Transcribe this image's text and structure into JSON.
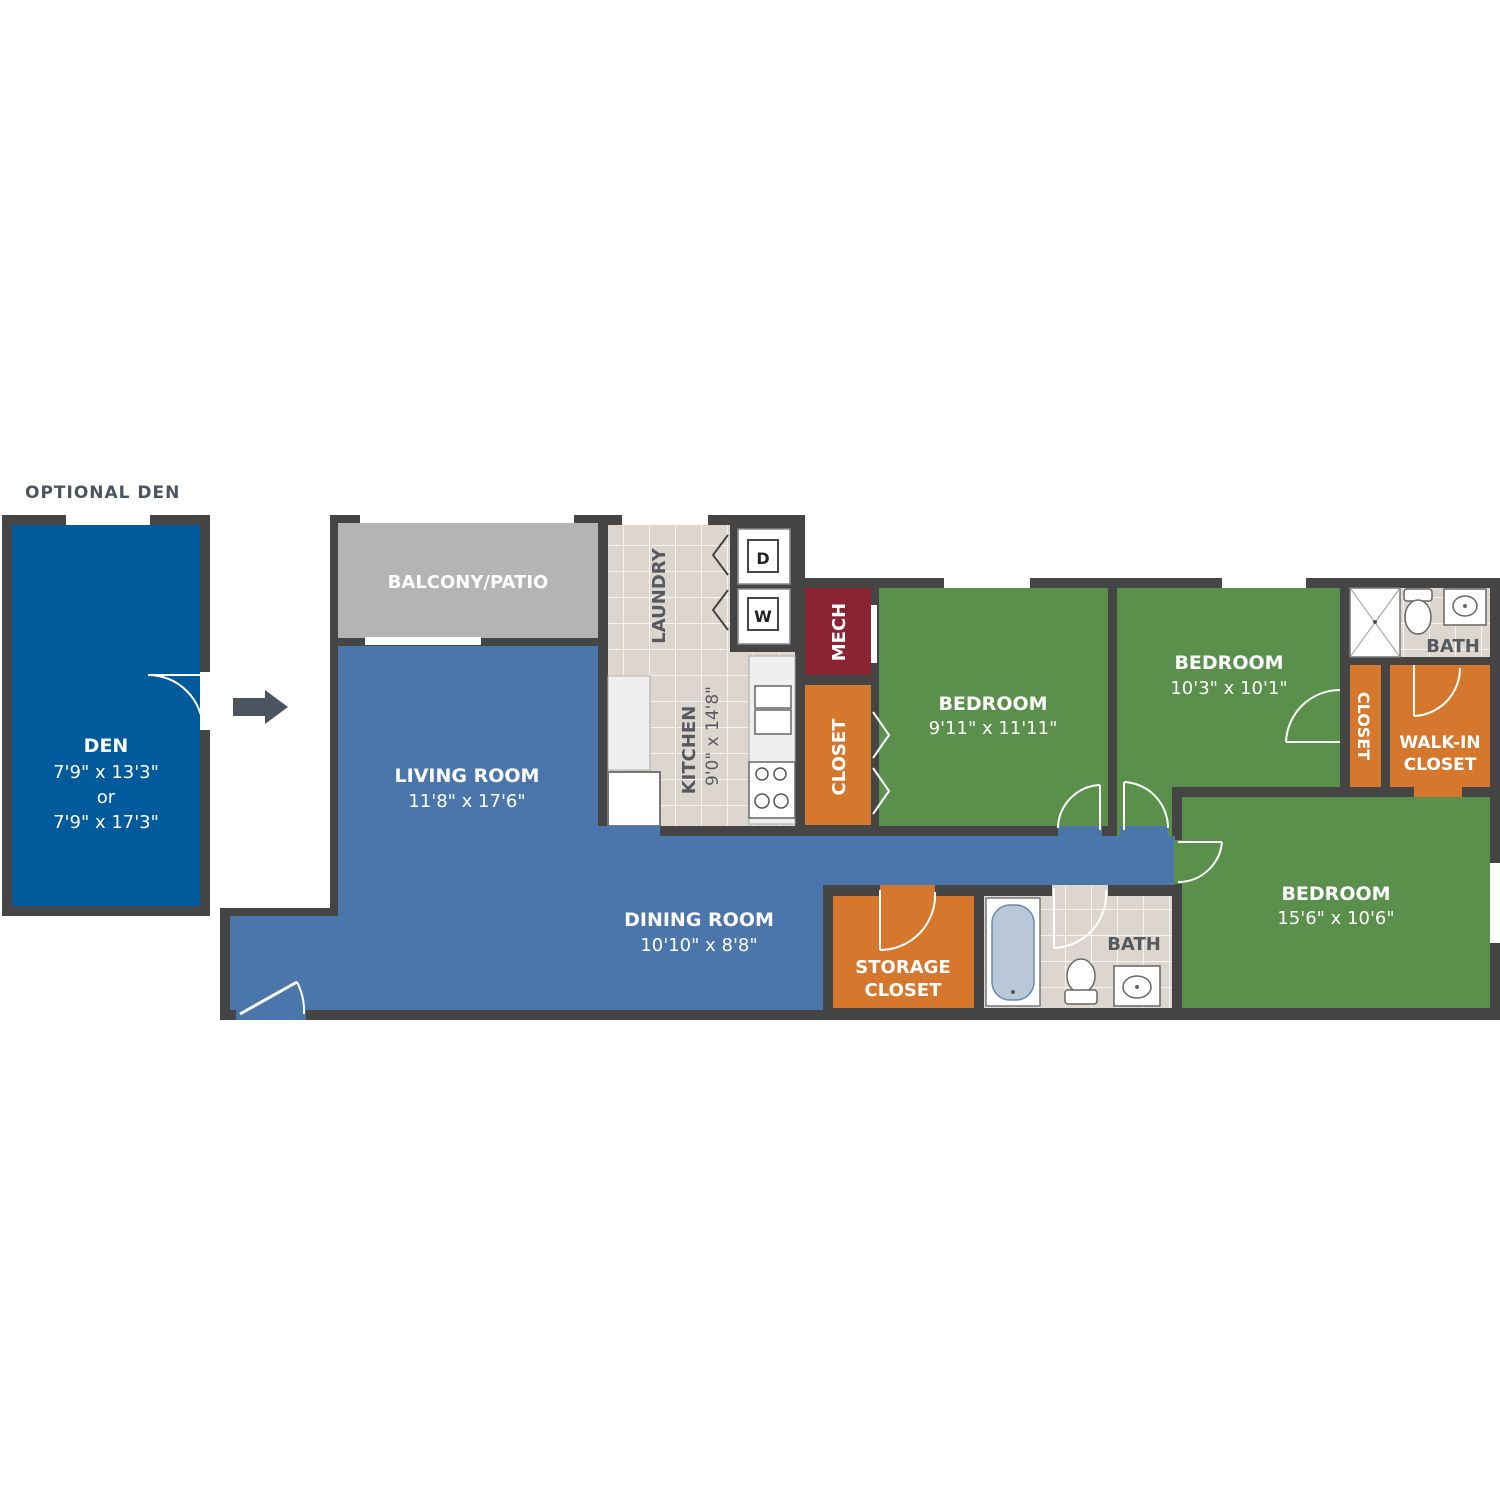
{
  "header": {
    "optional_label": "OPTIONAL DEN"
  },
  "colors": {
    "wall": "#454545",
    "den": "#005a9c",
    "living": "#4a76ab",
    "bedroom": "#5a8f4c",
    "closet": "#d6772e",
    "mech": "#8a2432",
    "balcony": "#b2b4b6",
    "tile": "#dcd6cf"
  },
  "rooms": {
    "den": {
      "name": "DEN",
      "dim1": "7'9\" x 13'3\"",
      "or": "or",
      "dim2": "7'9\" x 17'3\""
    },
    "balcony": {
      "name": "BALCONY/PATIO"
    },
    "laundry": {
      "name": "LAUNDRY",
      "dryer": "D",
      "washer": "W"
    },
    "kitchen": {
      "name": "KITCHEN",
      "dim": "9'0\" x 14'8\""
    },
    "living": {
      "name": "LIVING ROOM",
      "dim": "11'8\" x 17'6\""
    },
    "dining": {
      "name": "DINING ROOM",
      "dim": "10'10\" x 8'8\""
    },
    "mech": {
      "name": "MECH"
    },
    "closet1": {
      "name": "CLOSET"
    },
    "bedroom1": {
      "name": "BEDROOM",
      "dim": "9'11\" x 11'11\""
    },
    "bedroom2": {
      "name": "BEDROOM",
      "dim": "10'3\" x 10'1\""
    },
    "closet2": {
      "name": "CLOSET"
    },
    "bath_master": {
      "name": "BATH"
    },
    "walkin": {
      "name1": "WALK-IN",
      "name2": "CLOSET"
    },
    "bedroom3": {
      "name": "BEDROOM",
      "dim": "15'6\" x 10'6\""
    },
    "storage": {
      "name1": "STORAGE",
      "name2": "CLOSET"
    },
    "bath_hall": {
      "name": "BATH"
    }
  }
}
